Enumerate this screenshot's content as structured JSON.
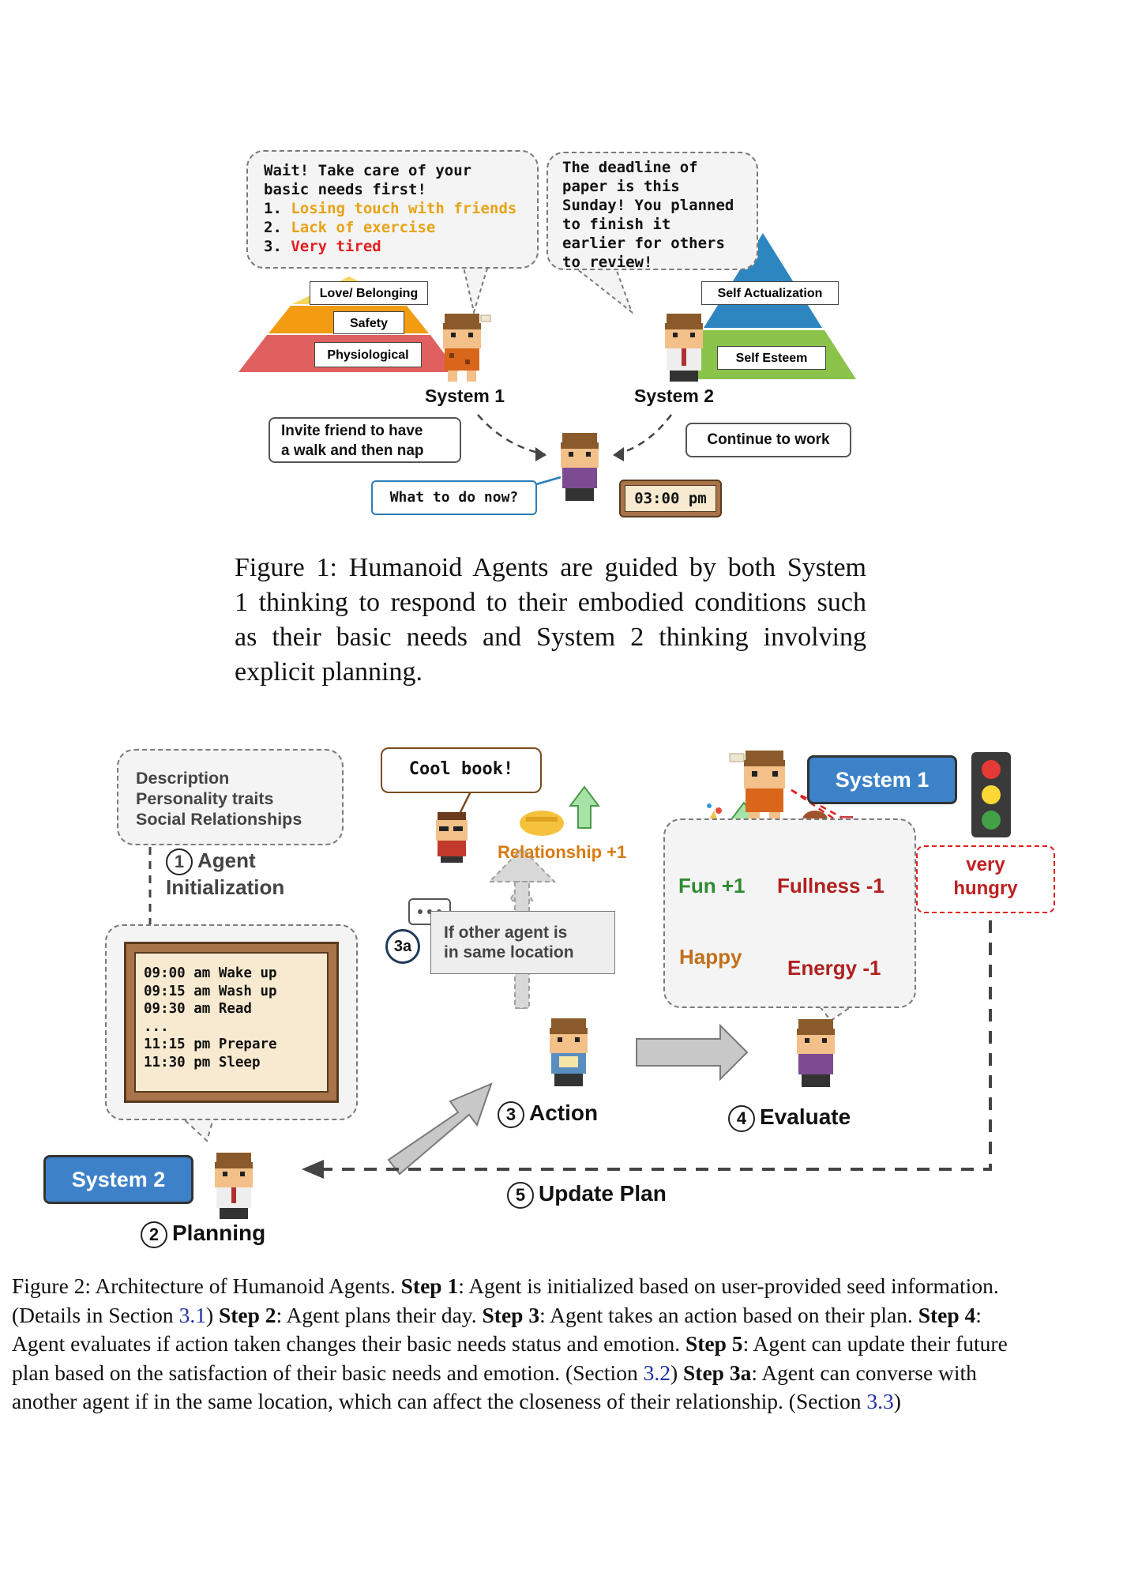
{
  "figure1": {
    "bubble_left": {
      "line1": "Wait! Take care of your",
      "line2": "basic needs first!",
      "item1_num": "1.",
      "item1": "Losing touch with friends",
      "item2_num": "2.",
      "item2": "Lack of exercise",
      "item3_num": "3.",
      "item3": "Very tired"
    },
    "bubble_right": {
      "line1": "The deadline of",
      "line2": "paper is this",
      "line3": "Sunday! You planned",
      "line4": "to finish it",
      "line5": "earlier for others",
      "line6": "to review!"
    },
    "pyramid_left": {
      "top": "Love/ Belonging",
      "middle": "Safety",
      "bottom": "Physiological"
    },
    "pyramid_right": {
      "top": "Self Actualization",
      "bottom": "Self Esteem"
    },
    "system1_label": "System 1",
    "system2_label": "System 2",
    "option_left_line1": "Invite friend to have",
    "option_left_line2": "a walk and then nap",
    "option_right": "Continue to work",
    "question": "What to do now?",
    "clock": "03:00 pm",
    "colors": {
      "orange_item": "#e8a317",
      "red_item": "#e02020",
      "pyr_yellow": "#f6d55c",
      "pyr_orange": "#f39c12",
      "pyr_red": "#e06060",
      "pyr_blue": "#2e86c1",
      "pyr_green": "#8bc34a"
    }
  },
  "caption1": {
    "line1": "Figure 1: Humanoid Agents are guided by both System",
    "line2": "1 thinking to respond to their embodied conditions such",
    "line3": "as their basic needs and System 2 thinking involving",
    "line4": "explicit planning."
  },
  "figure2": {
    "seed": {
      "line1": "Description",
      "line2": "Personality traits",
      "line3": "Social Relationships"
    },
    "step1_num": "1",
    "step1_line1": "Agent",
    "step1_line2": "Initialization",
    "schedule": [
      "09:00 am Wake up",
      "09:15 am Wash up",
      "09:30 am Read",
      "...",
      "11:15 pm Prepare",
      "11:30 pm Sleep"
    ],
    "system2": "System 2",
    "step2_num": "2",
    "step2": "Planning",
    "cool_book": "Cool book!",
    "relationship": "Relationship +1",
    "step3a_num": "3a",
    "step3a_line1": "If other agent is",
    "step3a_line2": "in same location",
    "step3_num": "3",
    "step3": "Action",
    "system1": "System 1",
    "fun": "Fun +1",
    "fullness": "Fullness -1",
    "happy": "Happy",
    "energy": "Energy -1",
    "very_hungry_line1": "very",
    "very_hungry_line2": "hungry",
    "step4_num": "4",
    "step4": "Evaluate",
    "step5_num": "5",
    "step5": "Update Plan"
  },
  "caption2": {
    "p1": "Figure 2: Architecture of Humanoid Agents. ",
    "s1": "Step 1",
    "p2": ": Agent is initialized based on user-provided seed information.",
    "p3": "(Details in Section ",
    "ref1": "3.1",
    "p4": ") ",
    "s2": "Step 2",
    "p5": ": Agent plans their day. ",
    "s3": "Step 3",
    "p6": ": Agent takes an action based on their plan. ",
    "s4": "Step 4",
    "p7": ":",
    "p8": "Agent evaluates if action taken changes their basic needs status and emotion. ",
    "s5": "Step 5",
    "p9": ": Agent can update their future",
    "p10": "plan based on the satisfaction of their basic needs and emotion. (Section ",
    "ref2": "3.2",
    "p11": ") ",
    "s3a": "Step 3a",
    "p12": ": Agent can converse with",
    "p13": "another agent if in the same location, which can affect the closeness of their relationship. (Section ",
    "ref3": "3.3",
    "p14": ")"
  }
}
